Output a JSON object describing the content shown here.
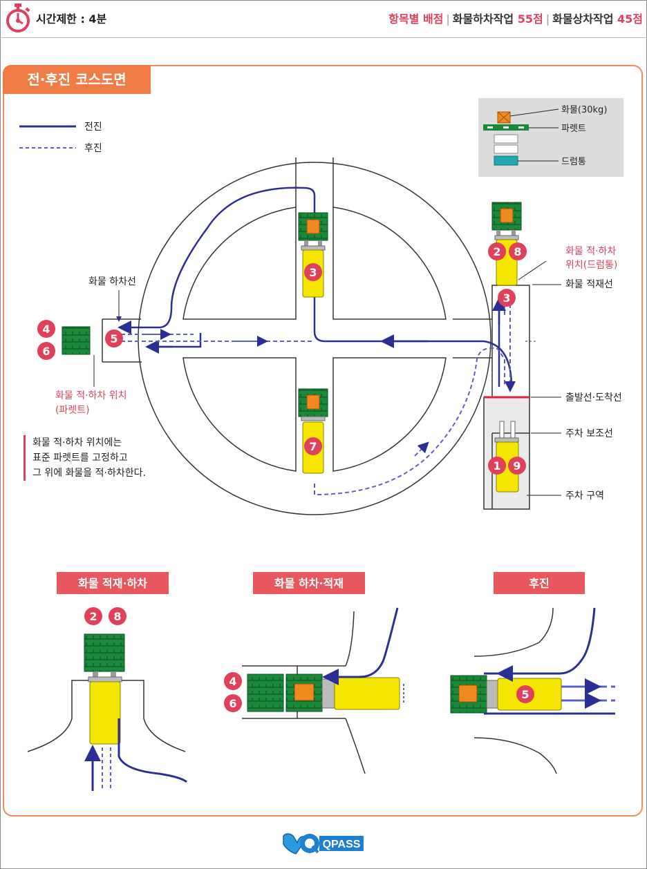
{
  "header": {
    "time_limit": "시간제한 : 4분",
    "scoring_label": "항목별 배점",
    "item1_name": "화물하차작업",
    "item1_score": "55점",
    "item2_name": "화물상차작업",
    "item2_score": "45점"
  },
  "panel": {
    "title": "전·후진 코스도면"
  },
  "legend": {
    "forward": "전진",
    "backward": "후진"
  },
  "inset": {
    "cargo": "화물(30kg)",
    "pallet": "파렛트",
    "drum": "드럼통"
  },
  "labels": {
    "unload_line": "화물 하차선",
    "load_pos_pallet_1": "화물 적·하차 위치",
    "load_pos_pallet_2": "(파렛트)",
    "load_pos_drum_1": "화물 적·하차",
    "load_pos_drum_2": "위치(드럼통)",
    "load_line": "화물 적재선",
    "start_finish": "출발선·도착선",
    "parking_aux": "주차 보조선",
    "parking_area": "주차 구역"
  },
  "note": {
    "line1": "화물 적·하차 위치에는",
    "line2": "표준 파렛트를 고정하고",
    "line3": "그 위에 화물을 적·하차한다."
  },
  "steps": {
    "s1": "1",
    "s2": "2",
    "s3": "3",
    "s4": "4",
    "s5": "5",
    "s6": "6",
    "s7": "7",
    "s8": "8",
    "s9": "9"
  },
  "bottom": {
    "section1": "화물 적재·하차",
    "section2": "화물 하차·적재",
    "section3": "후진"
  },
  "footer": {
    "logo": "QPASS"
  },
  "colors": {
    "accent": "#e0405a",
    "orange": "#f07b45",
    "route": "#2b2f93",
    "forklift": "#f5e600",
    "pallet": "#1a8a3a",
    "cargo": "#f08a1e",
    "drum": "#22a7b3"
  }
}
